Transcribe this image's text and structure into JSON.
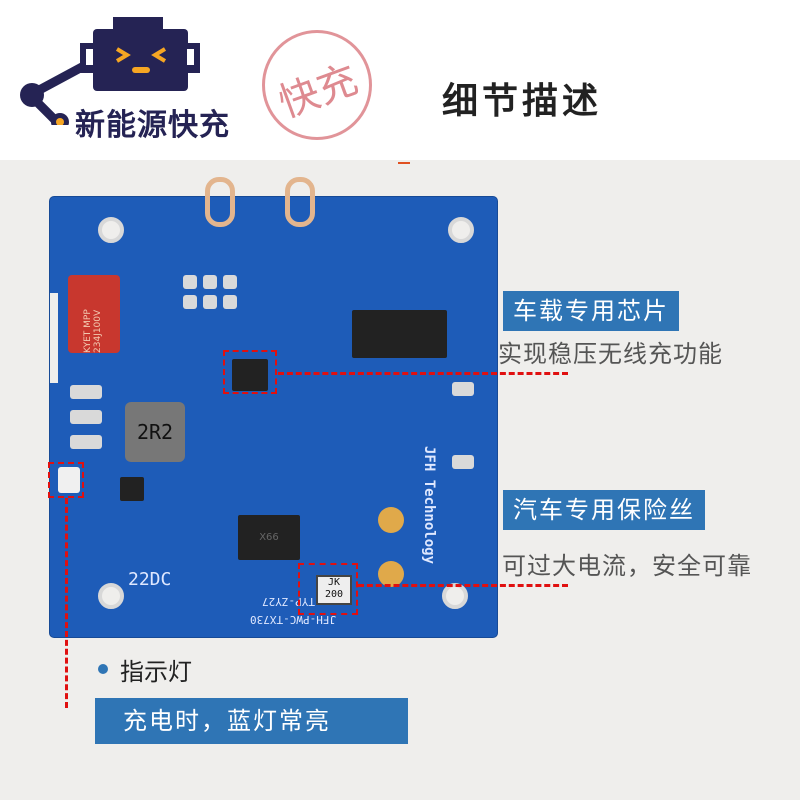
{
  "header": {
    "brand": "新能源快充",
    "title": "细节描述",
    "stamp_text": "快充"
  },
  "pcb": {
    "inductor_label": "2R2",
    "capacitor_label": "KYET MPP 234J100V",
    "fuse_label": "JK 200",
    "silk_22dc": "22DC",
    "silk_model": "JFH-PWC-TX730",
    "silk_type": "TYP-ZY27",
    "silk_brand": "JFH Technology",
    "silk_chip": "X66"
  },
  "callouts": [
    {
      "label": "车载专用芯片",
      "desc": "实现稳压无线充功能"
    },
    {
      "label": "汽车专用保险丝",
      "desc": "可过大电流，安全可靠"
    },
    {
      "label": "指示灯",
      "desc": "充电时，蓝灯常亮"
    }
  ],
  "colors": {
    "pcb": "#1e5cb8",
    "label_bg": "#2f75b5",
    "dash": "#e01010",
    "logo": "#252354"
  }
}
